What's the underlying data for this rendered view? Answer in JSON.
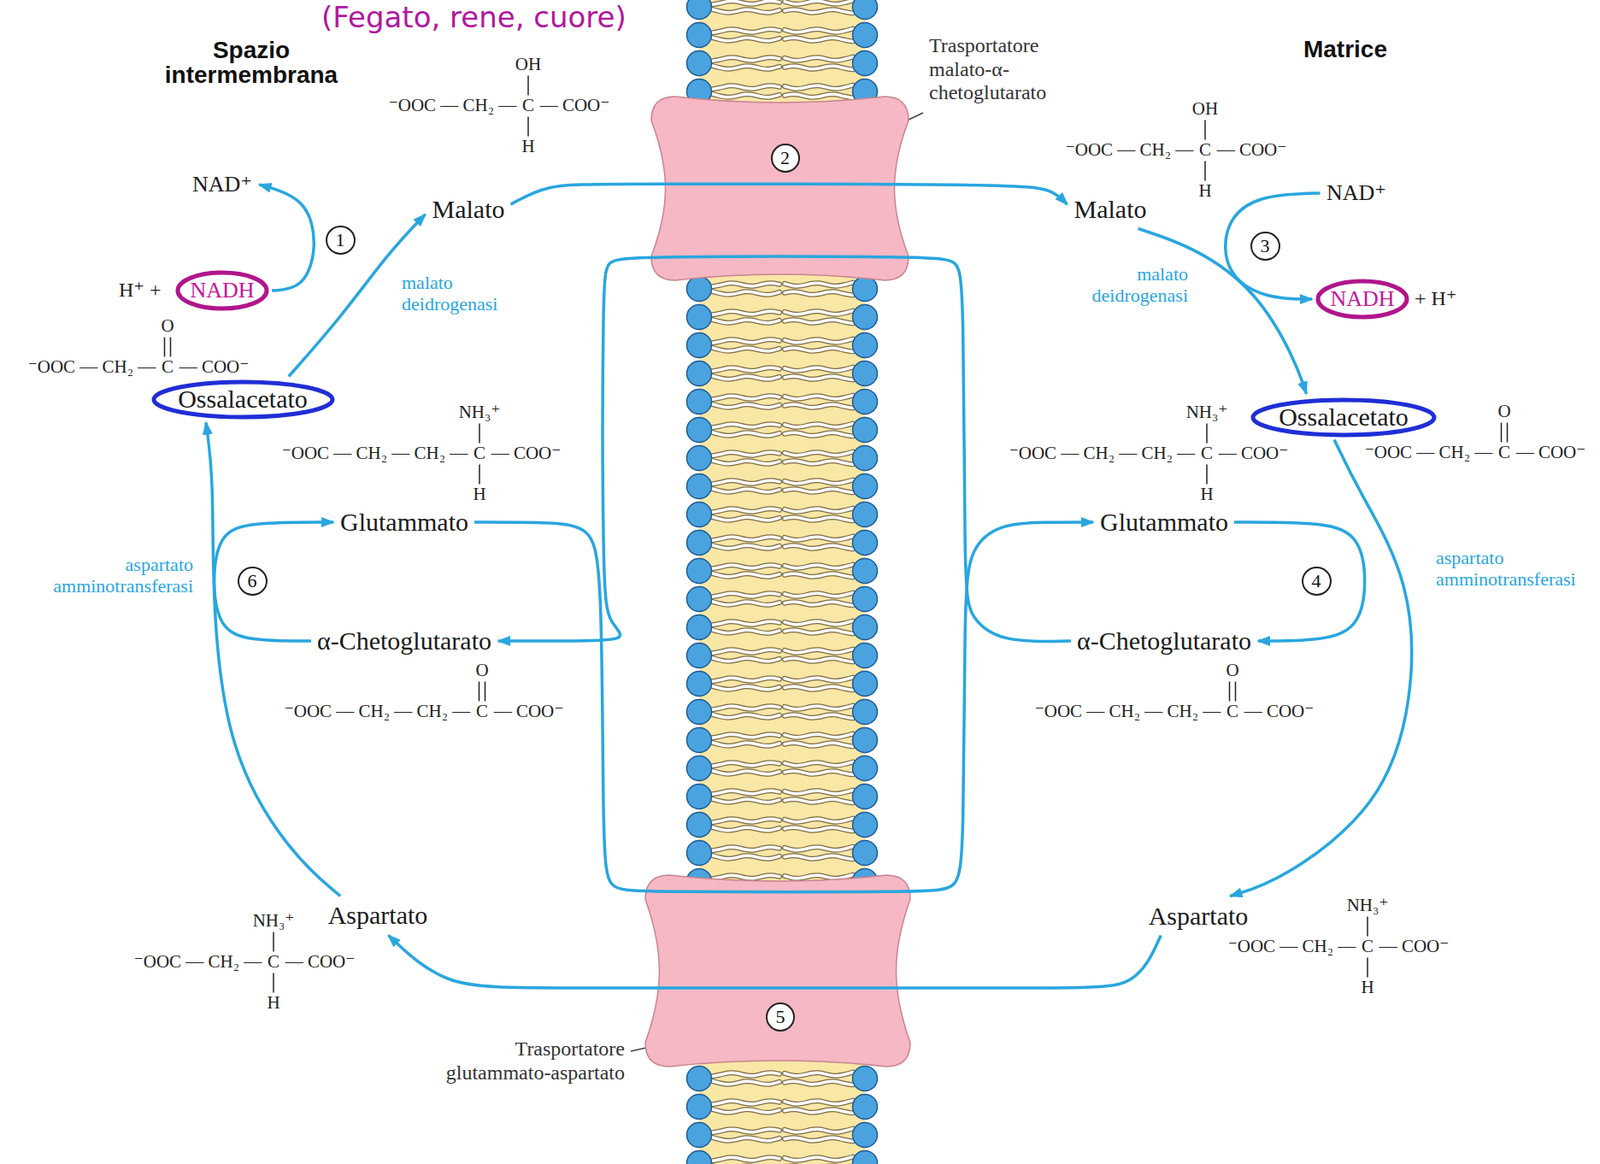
{
  "diagram": {
    "title": "(Fegato, rene, cuore)",
    "nodes": [
      {
        "text": [
          "NAD⁺"
        ]
      },
      {
        "text": [
          "Malato"
        ]
      },
      {
        "text": [
          "NADH"
        ]
      },
      {
        "text": [
          "Ossalacetato"
        ]
      },
      {
        "text": [
          "Glutammato"
        ]
      },
      {
        "text": [
          "α-Chetoglutarato"
        ]
      },
      {
        "text": [
          "Aspartato"
        ]
      },
      {
        "text": [
          "2"
        ]
      },
      {
        "text": [
          "5"
        ]
      },
      {
        "text": [
          "Malato"
        ]
      },
      {
        "text": [
          "NAD⁺"
        ]
      },
      {
        "text": [
          "NADH"
        ]
      },
      {
        "text": [
          "Ossalacetato"
        ]
      },
      {
        "text": [
          "Glutammato"
        ]
      },
      {
        "text": [
          "α-Chetoglutarato"
        ]
      },
      {
        "text": [
          "Aspartato"
        ]
      }
    ],
    "edges": [
      {
        "from": 1,
        "to": 9,
        "arrow": "to"
      },
      {
        "from": 9,
        "to": 12,
        "arrow": "to"
      },
      {
        "from": 10,
        "to": 11,
        "arrow": "to"
      },
      {
        "from": 12,
        "to": 15,
        "arrow": "to"
      },
      {
        "from": 13,
        "to": 14,
        "arrow": "to"
      },
      {
        "from": 15,
        "to": 6,
        "arrow": "to"
      },
      {
        "from": 6,
        "to": 3,
        "arrow": "to"
      },
      {
        "from": 5,
        "to": 4,
        "arrow": "to"
      },
      {
        "from": 3,
        "to": 1,
        "arrow": "to"
      },
      {
        "from": 2,
        "to": 0,
        "arrow": "to"
      },
      {
        "from": 4,
        "to": 13,
        "arrow": "to"
      },
      {
        "from": 14,
        "to": 5,
        "arrow": "to"
      }
    ],
    "labels": [
      "Spazio intermembrana",
      "Matrice",
      "Trasportatore malato-α-chetoglutarato",
      "Trasportatore glutammato-aspartato",
      "1",
      "3",
      "4",
      "6",
      "malato deidrogenasi",
      "malato deidrogenasi",
      "aspartato amminotransferasi",
      "aspartato amminotransferasi",
      "H⁺ +",
      "+ H⁺",
      "OH",
      "⁻OOC — CH₂ —",
      "C",
      "— COO⁻",
      "H",
      "OH",
      "⁻OOC — CH₂ —",
      "C",
      "— COO⁻",
      "H",
      "O",
      "⁻OOC — CH₂ —",
      "C",
      "— COO⁻",
      "O",
      "⁻OOC — CH₂ —",
      "C",
      "— COO⁻",
      "NH₃⁺",
      "⁻OOC — CH₂ — CH₂ —",
      "C",
      "— COO⁻",
      "H",
      "NH₃⁺",
      "⁻OOC — CH₂ — CH₂ —",
      "C",
      "— COO⁻",
      "H",
      "O",
      "⁻OOC — CH₂ — CH₂ —",
      "C",
      "— COO⁻",
      "O",
      "⁻OOC — CH₂ — CH₂ —",
      "C",
      "— COO⁻",
      "NH₃⁺",
      "⁻OOC — CH₂ —",
      "C",
      "— COO⁻",
      "H",
      "NH₃⁺",
      "⁻OOC — CH₂ —",
      "C",
      "— COO⁻",
      "H"
    ]
  }
}
